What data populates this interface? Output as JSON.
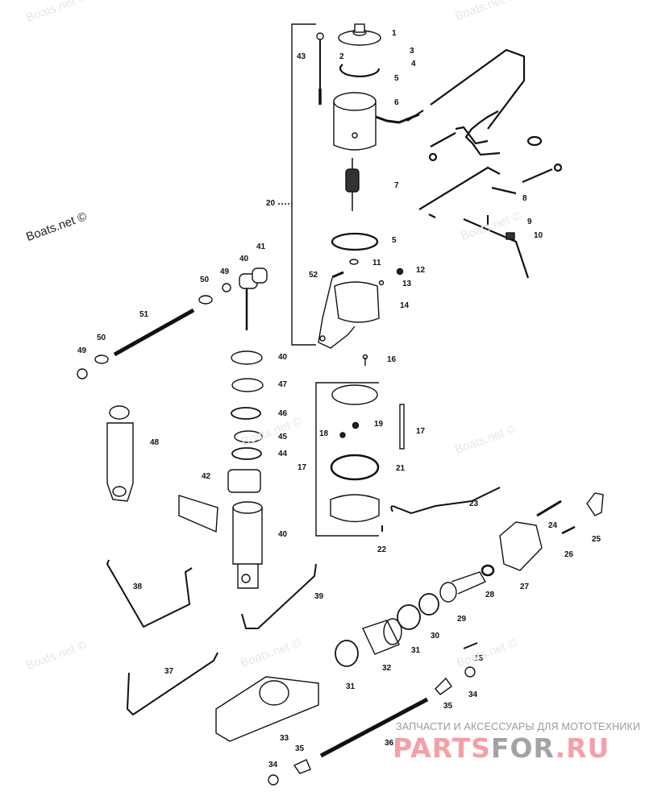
{
  "diagram": {
    "title": "Power Trim / Tilt Pump and Cylinder Exploded Parts Diagram",
    "callouts": [
      {
        "id": "c1",
        "text": "1"
      },
      {
        "id": "c2",
        "text": "2"
      },
      {
        "id": "c3",
        "text": "3"
      },
      {
        "id": "c4",
        "text": "4"
      },
      {
        "id": "c5a",
        "text": "5"
      },
      {
        "id": "c6",
        "text": "6"
      },
      {
        "id": "c7",
        "text": "7"
      },
      {
        "id": "c8",
        "text": "8"
      },
      {
        "id": "c9",
        "text": "9"
      },
      {
        "id": "c10",
        "text": "10"
      },
      {
        "id": "c5b",
        "text": "5"
      },
      {
        "id": "c11",
        "text": "11"
      },
      {
        "id": "c12",
        "text": "12"
      },
      {
        "id": "c13",
        "text": "13"
      },
      {
        "id": "c14",
        "text": "14"
      },
      {
        "id": "c16",
        "text": "16"
      },
      {
        "id": "c52",
        "text": "52"
      },
      {
        "id": "c20",
        "text": "20"
      },
      {
        "id": "c43",
        "text": "43"
      },
      {
        "id": "c41",
        "text": "41"
      },
      {
        "id": "c40a",
        "text": "40"
      },
      {
        "id": "c49a",
        "text": "49"
      },
      {
        "id": "c50a",
        "text": "50"
      },
      {
        "id": "c51",
        "text": "51"
      },
      {
        "id": "c50b",
        "text": "50"
      },
      {
        "id": "c49b",
        "text": "49"
      },
      {
        "id": "c40b",
        "text": "40"
      },
      {
        "id": "c47",
        "text": "47"
      },
      {
        "id": "c46",
        "text": "46"
      },
      {
        "id": "c45",
        "text": "45"
      },
      {
        "id": "c44",
        "text": "44"
      },
      {
        "id": "c48",
        "text": "48"
      },
      {
        "id": "c42",
        "text": "42"
      },
      {
        "id": "c40c",
        "text": "40"
      },
      {
        "id": "c19",
        "text": "19"
      },
      {
        "id": "c18",
        "text": "18"
      },
      {
        "id": "c17a",
        "text": "17"
      },
      {
        "id": "c17b",
        "text": "17"
      },
      {
        "id": "c21",
        "text": "21"
      },
      {
        "id": "c22",
        "text": "22"
      },
      {
        "id": "c23",
        "text": "23"
      },
      {
        "id": "c24",
        "text": "24"
      },
      {
        "id": "c25",
        "text": "25"
      },
      {
        "id": "c26",
        "text": "26"
      },
      {
        "id": "c27",
        "text": "27"
      },
      {
        "id": "c28",
        "text": "28"
      },
      {
        "id": "c29",
        "text": "29"
      },
      {
        "id": "c30",
        "text": "30"
      },
      {
        "id": "c31a",
        "text": "31"
      },
      {
        "id": "c31b",
        "text": "31"
      },
      {
        "id": "c32",
        "text": "32"
      },
      {
        "id": "c15",
        "text": "15"
      },
      {
        "id": "c34a",
        "text": "34"
      },
      {
        "id": "c35a",
        "text": "35"
      },
      {
        "id": "c33",
        "text": "33"
      },
      {
        "id": "c35b",
        "text": "35"
      },
      {
        "id": "c34b",
        "text": "34"
      },
      {
        "id": "c36",
        "text": "36"
      },
      {
        "id": "c37",
        "text": "37"
      },
      {
        "id": "c38",
        "text": "38"
      },
      {
        "id": "c39",
        "text": "39"
      }
    ]
  },
  "watermarks": {
    "text": "Boats.net ©"
  },
  "promo": {
    "tagline": "ЗАПЧАСТИ И АКСЕССУАРЫ ДЛЯ МОТОТЕХНИКИ",
    "logo_part1": "PARTS",
    "logo_part2": "FOR",
    "logo_part3": ".RU",
    "colors": {
      "red": "#f2a0a6",
      "grey": "#a3a3a3"
    }
  }
}
